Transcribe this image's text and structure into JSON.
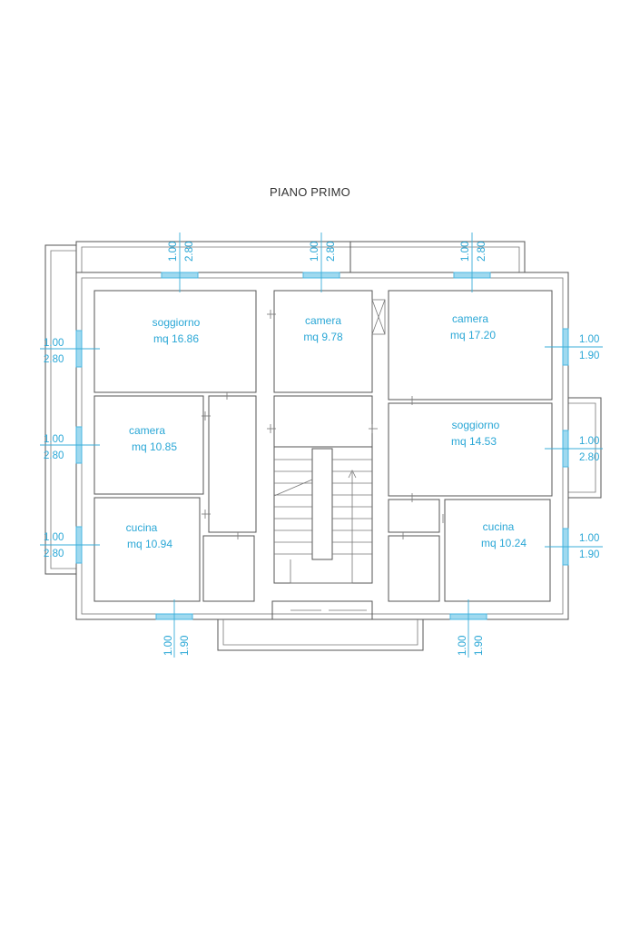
{
  "title": "PIANO PRIMO",
  "rooms": [
    {
      "name": "soggiorno",
      "area": "mq 16.86"
    },
    {
      "name": "camera",
      "area": "mq 9.78"
    },
    {
      "name": "camera",
      "area": "mq 17.20"
    },
    {
      "name": "camera",
      "area": "mq 10.85"
    },
    {
      "name": "soggiorno",
      "area": "mq 14.53"
    },
    {
      "name": "cucina",
      "area": "mq 10.94"
    },
    {
      "name": "cucina",
      "area": "mq 10.24"
    }
  ],
  "windows": [
    {
      "w": "1.00",
      "h": "2.80"
    },
    {
      "w": "1.00",
      "h": "2.80"
    },
    {
      "w": "1.00",
      "h": "2.80"
    },
    {
      "w": "1.00",
      "h": "2.80"
    },
    {
      "w": "1.00",
      "h": "2.80"
    },
    {
      "w": "1.00",
      "h": "2.80"
    },
    {
      "w": "1.00",
      "h": "1.90"
    },
    {
      "w": "1.00",
      "h": "2.80"
    },
    {
      "w": "1.00",
      "h": "1.90"
    },
    {
      "w": "1.00",
      "h": "1.90"
    },
    {
      "w": "1.00",
      "h": "1.90"
    }
  ],
  "colors": {
    "walls": "#555555",
    "annotations": "#2aa7d6",
    "window_fill": "#9fd9ef"
  }
}
